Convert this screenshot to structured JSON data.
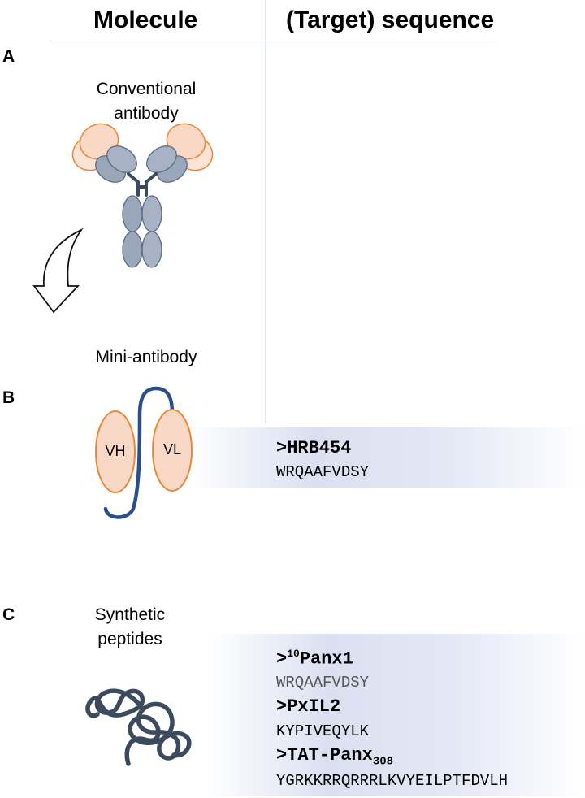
{
  "header": {
    "molecule": "Molecule",
    "sequence": "(Target) sequence"
  },
  "sections": [
    {
      "letter": "A",
      "label_line1": "Conventional",
      "label_line2": "antibody"
    },
    {
      "letter": "B",
      "label": "Mini-antibody",
      "vh": "VH",
      "vl": "VL"
    },
    {
      "letter": "C",
      "label_line1": "Synthetic",
      "label_line2": "peptides"
    }
  ],
  "sequences_b": [
    {
      "prefix": ">HRB454",
      "sequence": "WRQAAFVDSY"
    }
  ],
  "sequences_c": [
    {
      "prefix": ">",
      "sup": "10",
      "name": "Panx1",
      "sequence": "WRQAAFVDSY"
    },
    {
      "prefix": ">PxIL2",
      "sequence": "KYPIVEQYLK"
    },
    {
      "prefix": ">TAT-Panx",
      "sub": "308",
      "sequence": "YGRKKRRQRRRLKVYEILPTFDVLH"
    }
  ],
  "colors": {
    "light_chain_orange": "#e8893a",
    "light_chain_fill": "#f9d8c6",
    "domain_gray": "#9aa6ba",
    "navy": "#2b4f8c",
    "slate": "#3c4a5e"
  }
}
